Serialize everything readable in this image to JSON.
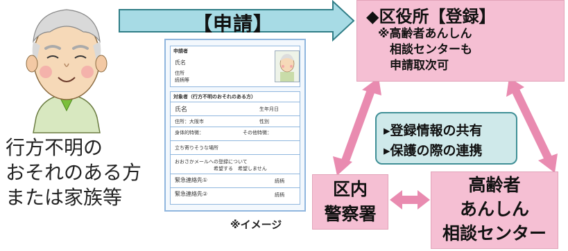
{
  "left_caption": {
    "line1": "行方不明の",
    "line2": "おそれのある方",
    "line3": "または家族等"
  },
  "apply_label": "【申請】",
  "ward_office": {
    "title": "◆区役所【登録】",
    "note_line1": "※高齢者あんしん",
    "note_line2": "相談センターも",
    "note_line3": "申請取次可"
  },
  "info_box": {
    "item1": "▸登録情報の共有",
    "item2": "▸保護の際の連携"
  },
  "police": {
    "line1": "区内",
    "line2": "警察署"
  },
  "center": {
    "line1": "高齢者",
    "line2": "あんしん",
    "line3": "相談センター"
  },
  "form": {
    "caption": "※イメージ",
    "applicant_header": "申請者",
    "name_label": "氏名",
    "address_label": "住所",
    "relation_label": "続柄等",
    "subject_header": "対象者（行方不明のおそれのある方）",
    "subject_name_label": "氏名",
    "birth_label": "生年月日",
    "subject_address_label": "住所：大阪市",
    "sex_label": "性別",
    "features_label": "身体的特徴：",
    "other_label": "その他特徴：",
    "places_label": "立ち寄りそうな場所",
    "mail_label": "おおさかメールへの登録について",
    "mail_options": "希望する　希望しません",
    "contact1_label": "緊急連絡先①",
    "contact2_label": "緊急連絡先②",
    "relation_short": "続柄"
  },
  "colors": {
    "arrow_blue": "#a7dbe5",
    "arrow_border": "#2f7d86",
    "box_pink": "#f5bfd3",
    "double_arrow": "#e98bb0",
    "info_bg": "#cfe9ea"
  }
}
